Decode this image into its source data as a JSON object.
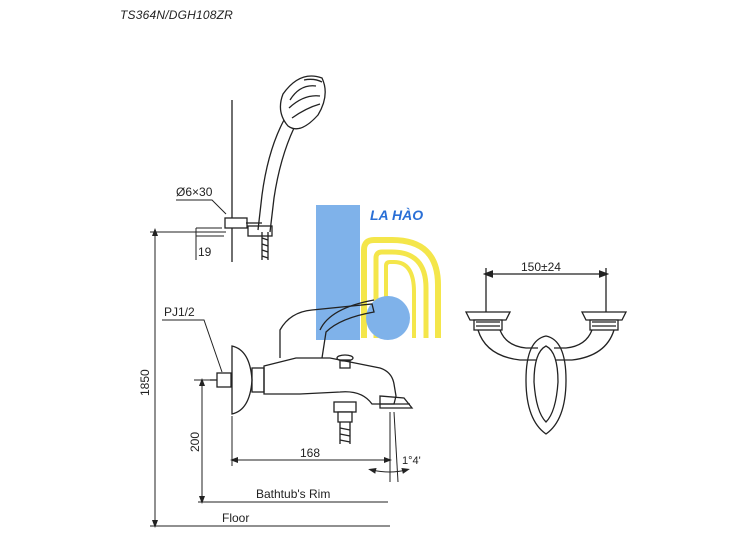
{
  "header": {
    "model_code": "TS364N/DGH108ZR"
  },
  "watermark": {
    "text": "LA HÀO",
    "color": "#2a6fd6",
    "bar_color": "#7fb2ea",
    "accent_color": "#f4e64a"
  },
  "dimensions": {
    "hook_bolt": "Ø6×30",
    "hook_offset": "19",
    "inlet_thread": "PJ1/2",
    "total_height": "1850",
    "rim_height": "200",
    "spout_reach": "168",
    "spout_angle": "1°4'",
    "center_distance": "150±24"
  },
  "labels": {
    "rim": "Bathtub's Rim",
    "floor": "Floor"
  },
  "colors": {
    "line": "#222222"
  }
}
